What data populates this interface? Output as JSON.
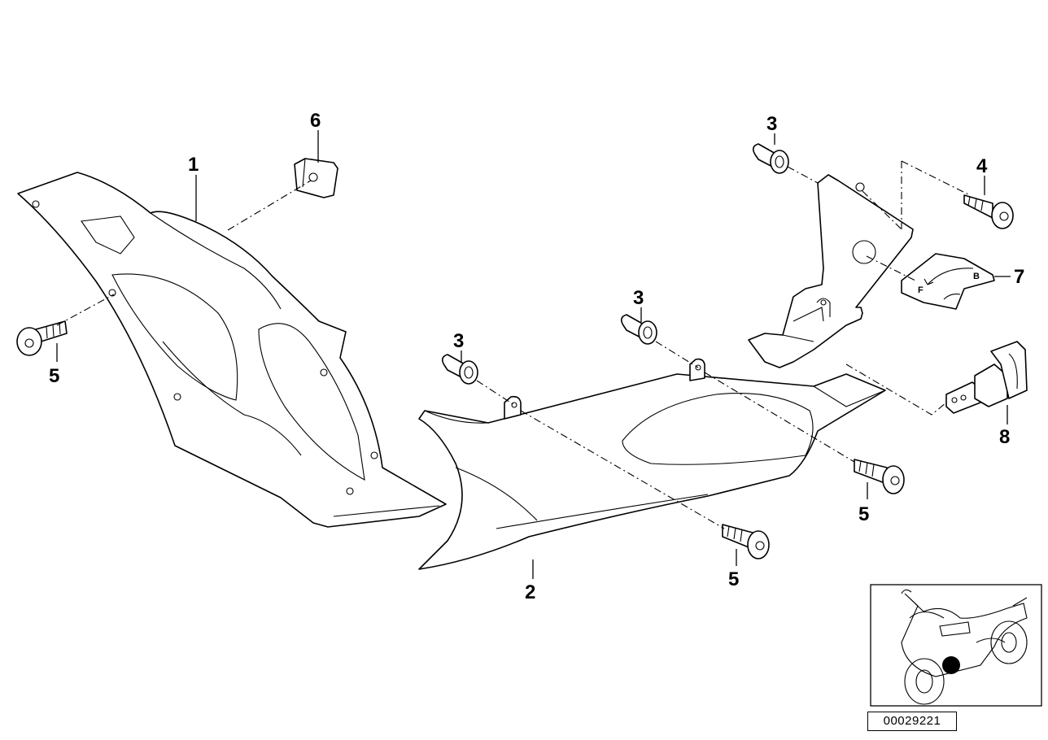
{
  "callouts": {
    "part_1": "1",
    "part_2": "2",
    "part_3_top": "3",
    "part_3_mid": "3",
    "part_3_left": "3",
    "part_4": "4",
    "part_5_left": "5",
    "part_5_right": "5",
    "part_5_bottom": "5",
    "part_6": "6",
    "part_7": "7",
    "part_8": "8"
  },
  "switch_labels": {
    "front": "F",
    "back": "B"
  },
  "reference_number": "00029221",
  "colors": {
    "line": "#000000",
    "background": "#ffffff"
  }
}
